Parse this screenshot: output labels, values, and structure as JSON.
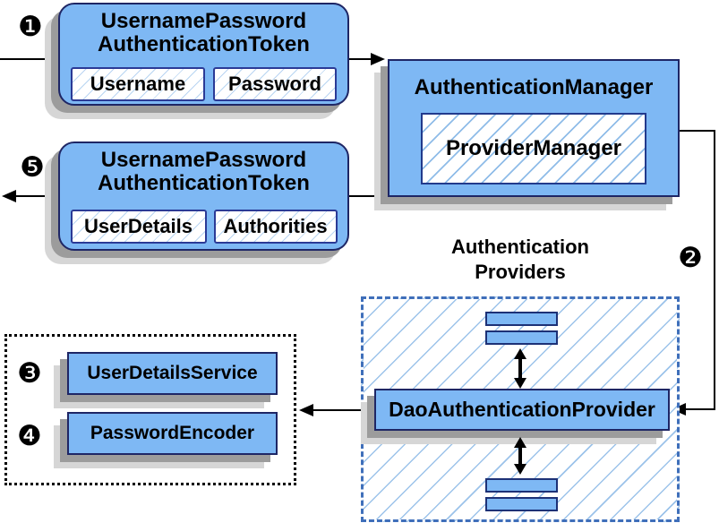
{
  "step_markers": {
    "s1": "❶",
    "s2": "❷",
    "s3": "❸",
    "s4": "❹",
    "s5": "❺"
  },
  "token_request": {
    "title_line1": "UsernamePassword",
    "title_line2": "AuthenticationToken",
    "fields": [
      "Username",
      "Password"
    ]
  },
  "auth_manager": {
    "title": "AuthenticationManager",
    "inner": "ProviderManager"
  },
  "token_response": {
    "title_line1": "UsernamePassword",
    "title_line2": "AuthenticationToken",
    "fields": [
      "UserDetails",
      "Authorities"
    ]
  },
  "providers": {
    "heading_line1": "Authentication",
    "heading_line2": "Providers",
    "main_provider": "DaoAuthenticationProvider"
  },
  "services": {
    "user_details_service": "UserDetailsService",
    "password_encoder": "PasswordEncoder"
  },
  "colors": {
    "box_fill": "#7EB8F4",
    "box_border": "#1e2665",
    "subbox_border": "#2b3a96",
    "hatch_line": "#9cc3ea",
    "dashed_border": "#3f6fba",
    "shadow_dark": "#9c9c9c",
    "shadow_light": "#d6d6d6",
    "line": "#000000"
  }
}
